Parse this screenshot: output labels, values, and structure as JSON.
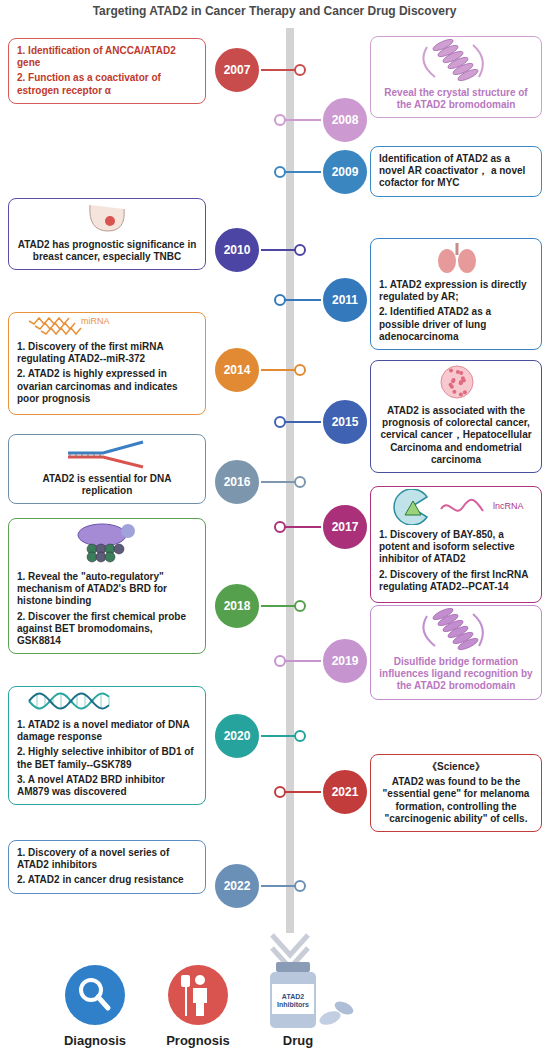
{
  "diagram": {
    "title": "Targeting ATAD2 in Cancer Therapy and Cancer Drug Discovery",
    "nodes": [
      {
        "text": [
          "1. Identification of ANCCA/ATAD2 gene",
          "2. Function as a coactivator of estrogen receptor α"
        ]
      },
      {
        "text": [
          "2007"
        ]
      },
      {
        "text": [
          "Reveal the crystal structure of the ATAD2 bromodomain"
        ]
      },
      {
        "text": [
          "2008"
        ]
      },
      {
        "text": [
          "Identification of ATAD2 as a novel AR coactivator， a novel cofactor for MYC"
        ]
      },
      {
        "text": [
          "2009"
        ]
      },
      {
        "text": [
          "ATAD2 has prognostic significance in breast cancer, especially TNBC"
        ]
      },
      {
        "text": [
          "2010"
        ]
      },
      {
        "text": [
          "1. ATAD2 expression is directly regulated by AR;",
          "2. Identified ATAD2 as a possible driver of lung adenocarcinoma"
        ]
      },
      {
        "text": [
          "2011"
        ]
      },
      {
        "text": [
          "1. Discovery of the first miRNA regulating ATAD2--miR-372",
          "2. ATAD2 is highly expressed in ovarian carcinomas and indicates poor prognosis"
        ]
      },
      {
        "text": [
          "2014"
        ]
      },
      {
        "text": [
          "ATAD2 is associated with the prognosis of colorectal cancer, cervical cancer，Hepatocellular Carcinoma and endometrial carcinoma"
        ]
      },
      {
        "text": [
          "2015"
        ]
      },
      {
        "text": [
          "ATAD2 is essential for DNA replication"
        ]
      },
      {
        "text": [
          "2016"
        ]
      },
      {
        "text": [
          "1. Discovery of BAY-850, a potent and isoform selective inhibitor of ATAD2",
          "2. Discovery of the first lncRNA regulating ATAD2--PCAT-14"
        ]
      },
      {
        "text": [
          "2017"
        ]
      },
      {
        "text": [
          "1. Reveal the \"auto-regulatory\" mechanism of ATAD2's BRD for histone binding",
          "2. Discover the first chemical probe against BET bromodomains, GSK8814"
        ]
      },
      {
        "text": [
          "2018"
        ]
      },
      {
        "text": [
          "Disulfide bridge formation influences ligand recognition by the ATAD2 bromodomain"
        ]
      },
      {
        "text": [
          "2019"
        ]
      },
      {
        "text": [
          "1. ATAD2 is a novel mediator of DNA damage response",
          "2. Highly selective inhibitor of BD1 of the BET family--GSK789",
          "3. A novel ATAD2 BRD inhibitor AM879 was discovered"
        ]
      },
      {
        "text": [
          "2020"
        ]
      },
      {
        "text": [
          "《Science》",
          "ATAD2 was found to be the \"essential gene\" for melanoma formation, controlling the \"carcinogenic ability\" of cells."
        ]
      },
      {
        "text": [
          "2021"
        ]
      },
      {
        "text": [
          "1. Discovery of a novel series of ATAD2 inhibitors",
          "2. ATAD2 in cancer drug resistance"
        ]
      },
      {
        "text": [
          "2022"
        ]
      }
    ],
    "labels": [
      "miRNA",
      "lncRNA",
      "ATAD2 Inhibitors",
      "Diagnosis",
      "Prognosis",
      "Drug"
    ]
  }
}
